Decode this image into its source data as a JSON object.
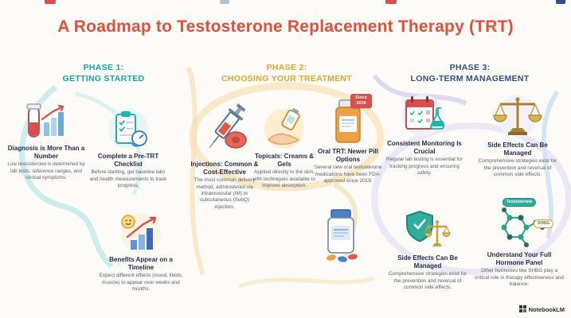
{
  "title": "A Roadmap to Testosterone Replacement Therapy (TRT)",
  "watermark": "NotebookLM",
  "colors": {
    "title": "#e2503a",
    "phase1": "#12a7ab",
    "phase2": "#eda426",
    "phase3": "#2d4f8e",
    "accent_red": "#d94f4f",
    "accent_teal": "#23b2ab",
    "accent_gold": "#c9a23c"
  },
  "phases": [
    {
      "label": "PHASE 1:",
      "name": "GETTING STARTED",
      "items": [
        {
          "icon": "blood-vial-chart-icon",
          "title": "Diagnosis is More Than a Number",
          "body": "Low testosterone is determined by lab tests, reference ranges, and clinical symptoms."
        },
        {
          "icon": "pre-trt-checklist-icon",
          "title": "Complete a Pre-TRT Checklist",
          "body": "Before starting, get baseline labs and health measurements to track progress."
        },
        {
          "icon": "benefits-timeline-icon",
          "title": "Benefits Appear on a Timeline",
          "body": "Expect different effects (mood, libido, muscle) to appear over weeks and months."
        }
      ]
    },
    {
      "label": "PHASE 2:",
      "name": "CHOOSING YOUR TREATMENT",
      "items": [
        {
          "icon": "syringe-icon",
          "title": "Injections: Common & Cost-Effective",
          "body": "The most common delivery method, administered via intramuscular (IM) or subcutaneous (SubQ) injection."
        },
        {
          "icon": "topical-gel-icon",
          "title": "Topicals: Creams & Gels",
          "body": "Applied directly to the skin, with techniques available to improve absorption."
        },
        {
          "icon": "pill-bottle-icon",
          "badge": "Since 2019",
          "title": "Oral TRT: Newer Pill Options",
          "body": "Several new oral testosterone medications have been FDA-approved since 2019."
        }
      ]
    },
    {
      "label": "PHASE 3:",
      "name": "LONG-TERM MANAGEMENT",
      "items": [
        {
          "icon": "calendar-monitoring-icon",
          "title": "Consistent Monitoring Is Crucial",
          "body": "Regular lab testing is essential for tracking progress and ensuring safety."
        },
        {
          "icon": "scales-icon",
          "title": "Side Effects Can Be Managed",
          "body": "Comprehensive strategies exist for the prevention and reversal of common side effects."
        },
        {
          "icon": "shield-scales-icon",
          "title": "Side Effects Can Be Managed",
          "body": "Comprehensive strategies exist for the prevention and reversal of common side effects."
        },
        {
          "icon": "hormone-molecule-icon",
          "labels": {
            "molecule": "Testosterone",
            "shbg": "SHBG"
          },
          "title": "Understand Your Full Hormone Panel",
          "body": "Other hormones like SHBG play a critical role in therapy effectiveness and balance."
        }
      ]
    }
  ]
}
